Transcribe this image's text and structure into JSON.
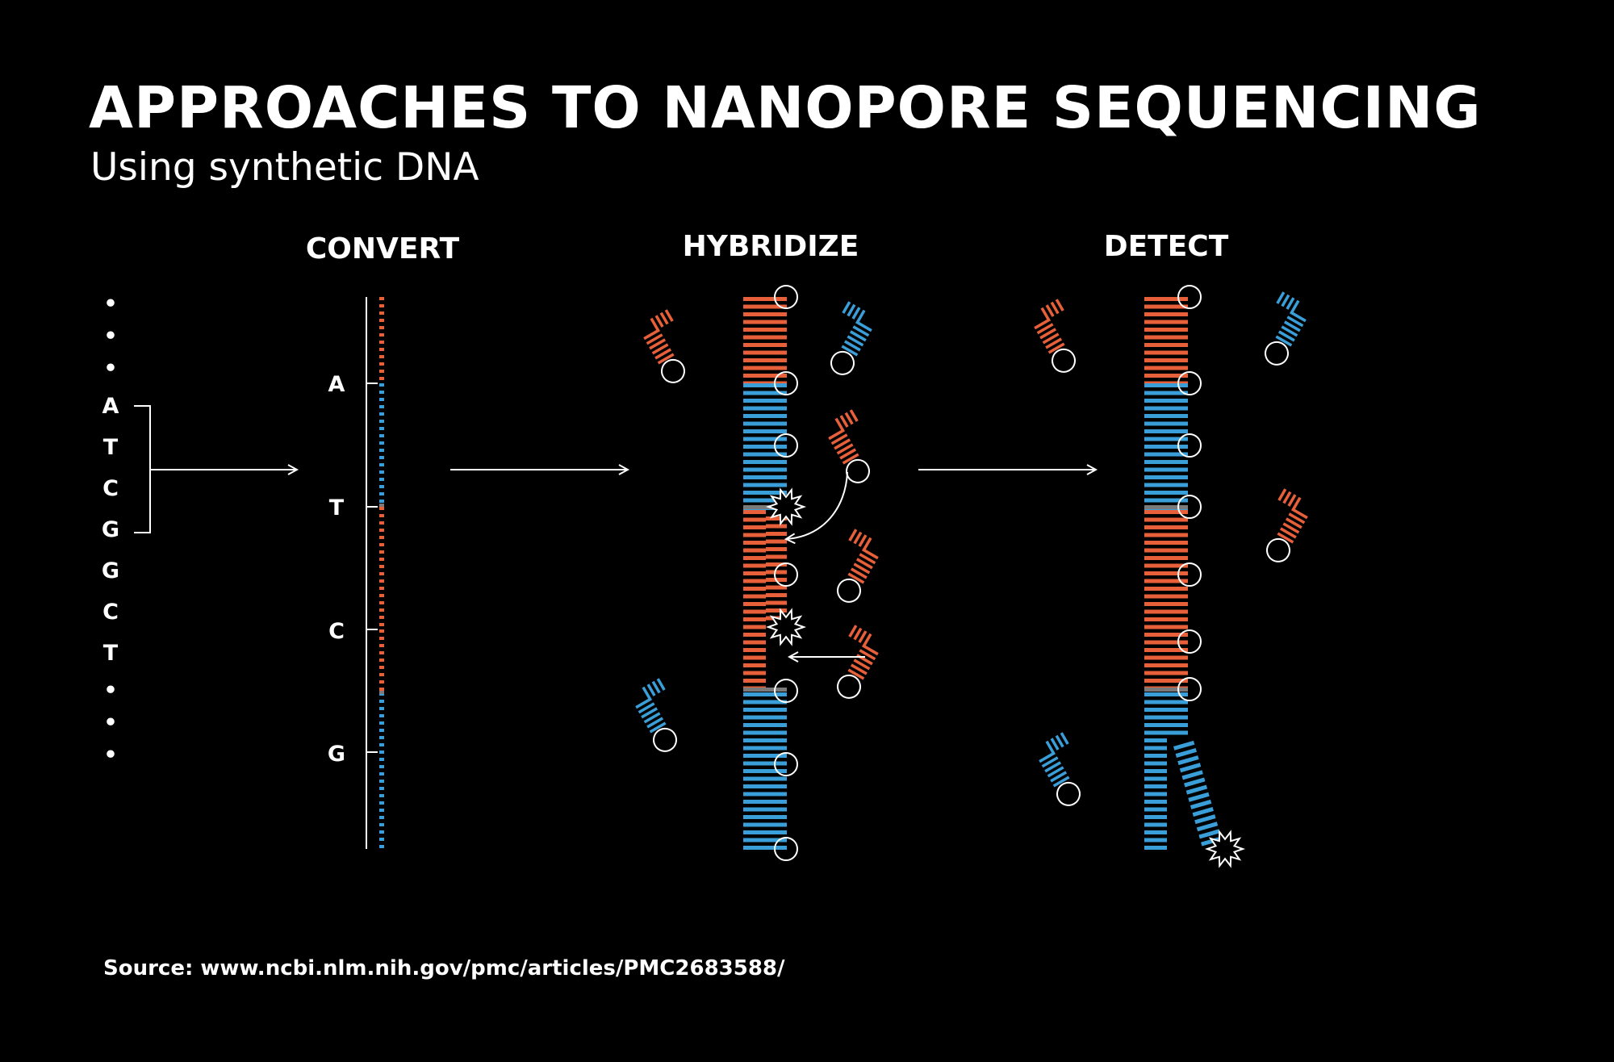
{
  "title": "APPROACHES TO NANOPORE SEQUENCING",
  "subtitle": "Using synthetic DNA",
  "source": "Source: www.ncbi.nlm.nih.gov/pmc/articles/PMC2683588/",
  "stages": [
    "CONVERT",
    "HYBRIDIZE",
    "DETECT"
  ],
  "input_sequence": {
    "bases": [
      "A",
      "T",
      "C",
      "G",
      "G",
      "C",
      "T"
    ],
    "ellipsis": "•"
  },
  "convert_axis_labels": [
    "A",
    "T",
    "C",
    "G"
  ],
  "colors": {
    "background": "#000000",
    "orange": "#e8603a",
    "blue": "#3a9fd8",
    "gray": "#7a7a7a",
    "white": "#ffffff"
  },
  "icons": [
    "beacon-probe-icon",
    "fluorophore-burst-icon",
    "arrow-right-icon"
  ]
}
